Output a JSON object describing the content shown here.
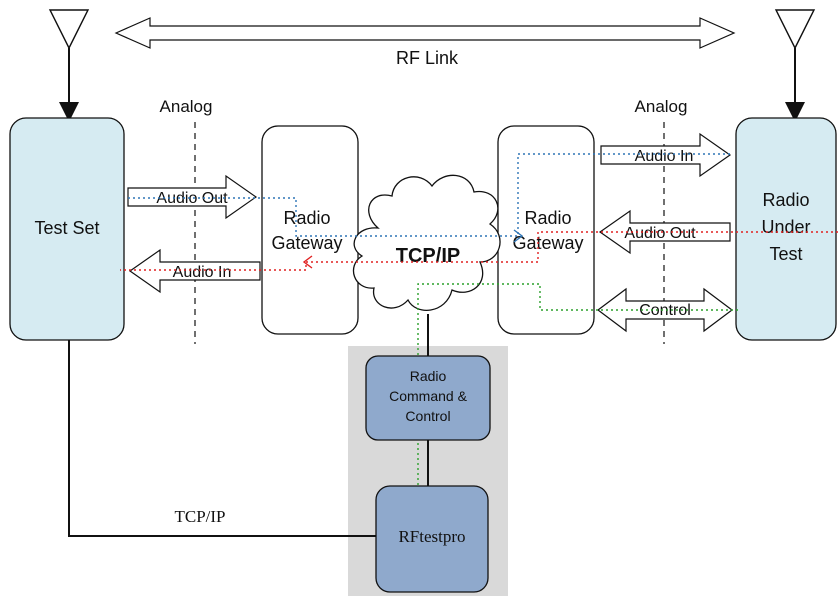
{
  "labels": {
    "rf_link": "RF Link",
    "analog_left": "Analog",
    "analog_right": "Analog",
    "test_set": "Test Set",
    "rg_left_line1": "Radio",
    "rg_left_line2": "Gateway",
    "rg_right_line1": "Radio",
    "rg_right_line2": "Gateway",
    "tcpip_cloud": "TCP/IP",
    "rut_line1": "Radio",
    "rut_line2": "Under",
    "rut_line3": "Test",
    "audio_out_left": "Audio Out",
    "audio_in_left": "Audio In",
    "audio_in_right": "Audio In",
    "audio_out_right": "Audio Out",
    "control": "Control",
    "rcc_line1": "Radio",
    "rcc_line2": "Command &",
    "rcc_line3": "Control",
    "rftestpro": "RFtestpro",
    "tcpip_link": "TCP/IP"
  },
  "colors": {
    "device_fill": "#d6ebf2",
    "server_fill": "#8fa9cc",
    "server_bg": "#d9d9d9",
    "audio_in_path": "#2e75b6",
    "audio_out_path": "#e02020",
    "control_path": "#2ca02c"
  }
}
